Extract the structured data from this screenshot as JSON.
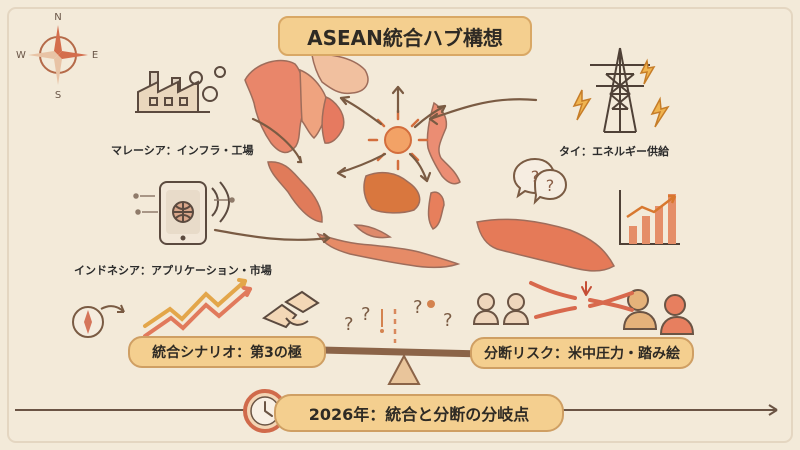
{
  "title": "ASEAN統合ハブ構想",
  "compass": {
    "n": "N",
    "e": "E",
    "s": "S",
    "w": "W"
  },
  "labels": {
    "malaysia": "マレーシア：インフラ・工場",
    "indonesia": "インドネシア：アプリケーション・市場",
    "thailand": "タイ：エネルギー供給"
  },
  "pills": {
    "integration": "統合シナリオ：第3の極",
    "division": "分断リスク：米中圧力・踏み絵",
    "timeline": "2026年：統合と分断の分岐点"
  },
  "colors": {
    "background": "#f3ead9",
    "accent": "#e9866a",
    "pill": "#f4cf8f",
    "stroke": "#7a5b43"
  },
  "icons": [
    "compass-icon",
    "factory-icon",
    "gear-icon",
    "smartphone-icon",
    "globe-icon",
    "transmission-tower-icon",
    "lightning-icon",
    "question-bubble-icon",
    "growth-chart-icon",
    "upward-arrows-icon",
    "handshake-icon",
    "question-mark-icon",
    "broken-link-icon",
    "people-icon",
    "clock-icon",
    "seesaw-icon"
  ]
}
